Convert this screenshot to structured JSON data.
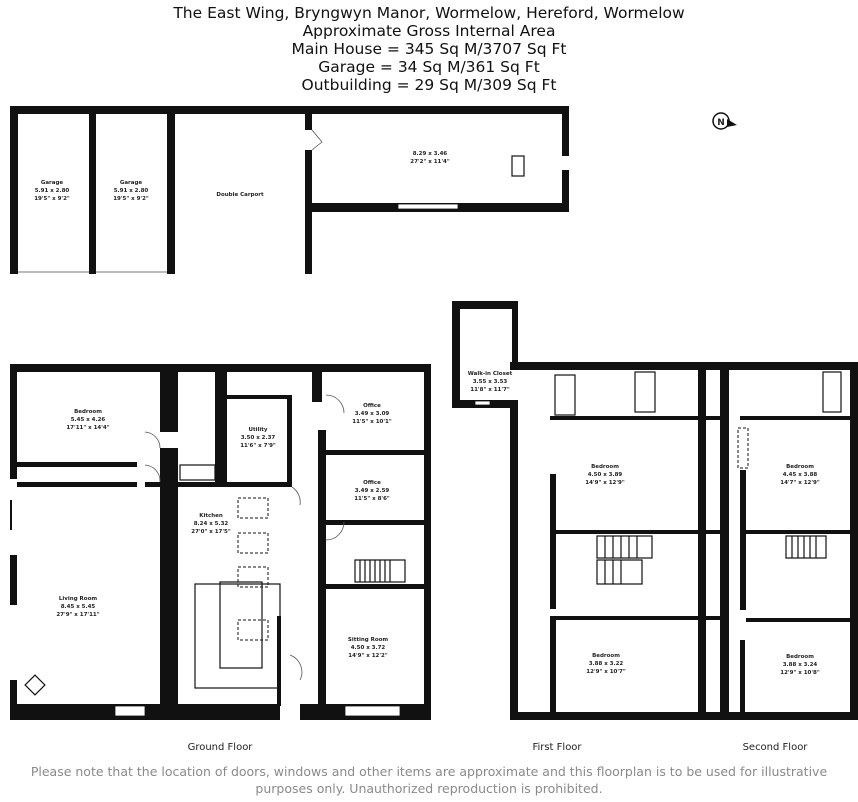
{
  "header": {
    "address": "The East Wing, Bryngwyn Manor, Wormelow, Hereford, Wormelow",
    "subtitle": "Approximate Gross Internal Area",
    "main_house": "Main House = 345 Sq M/3707 Sq Ft",
    "garage": "Garage = 34 Sq M/361 Sq Ft",
    "outbuilding": "Outbuilding = 29 Sq M/309 Sq Ft"
  },
  "compass": {
    "label": "N",
    "icon": "north-arrow-icon"
  },
  "outbuildings": {
    "garage1": {
      "name": "Garage",
      "metric": "5.91 x 2.80",
      "imperial": "19'5\" x 9'2\""
    },
    "garage2": {
      "name": "Garage",
      "metric": "5.91 x 2.80",
      "imperial": "19'5\" x 9'2\""
    },
    "carport": {
      "name": "Double Carport"
    },
    "outbuilding": {
      "metric": "8.29 x 3.46",
      "imperial": "27'2\" x 11'4\""
    }
  },
  "ground_floor": {
    "label": "Ground Floor",
    "rooms": [
      {
        "name": "Bedroom",
        "metric": "5.45 x 4.26",
        "imperial": "17'11\" x 14'4\""
      },
      {
        "name": "Utility",
        "metric": "3.50 x 2.37",
        "imperial": "11'6\" x 7'9\""
      },
      {
        "name": "Office",
        "metric": "3.49 x 3.09",
        "imperial": "11'5\" x 10'1\""
      },
      {
        "name": "Office",
        "metric": "3.49 x 2.59",
        "imperial": "11'5\" x 8'6\""
      },
      {
        "name": "Kitchen",
        "metric": "8.24 x 5.32",
        "imperial": "27'0\" x 17'5\""
      },
      {
        "name": "Living Room",
        "metric": "8.45 x 5.45",
        "imperial": "27'9\" x 17'11\""
      },
      {
        "name": "Sitting Room",
        "metric": "4.50 x 3.72",
        "imperial": "14'9\" x 12'2\""
      }
    ]
  },
  "first_floor": {
    "label": "First Floor",
    "rooms": [
      {
        "name": "Walk-in Closet",
        "metric": "3.55 x 3.53",
        "imperial": "11'8\" x 11'7\""
      },
      {
        "name": "Bedroom",
        "metric": "4.50 x 3.89",
        "imperial": "14'9\" x 12'9\""
      },
      {
        "name": "Bedroom",
        "metric": "3.88 x 3.22",
        "imperial": "12'9\" x 10'7\""
      }
    ]
  },
  "second_floor": {
    "label": "Second Floor",
    "rooms": [
      {
        "name": "Bedroom",
        "metric": "4.45 x 3.88",
        "imperial": "14'7\" x 12'9\""
      },
      {
        "name": "Bedroom",
        "metric": "3.88 x 3.24",
        "imperial": "12'9\" x 10'8\""
      }
    ]
  },
  "disclaimer": {
    "line1": "Please note that the location of doors, windows and other items are approximate and this floorplan is to be used for illustrative",
    "line2": "purposes only. Unauthorized reproduction is prohibited."
  }
}
